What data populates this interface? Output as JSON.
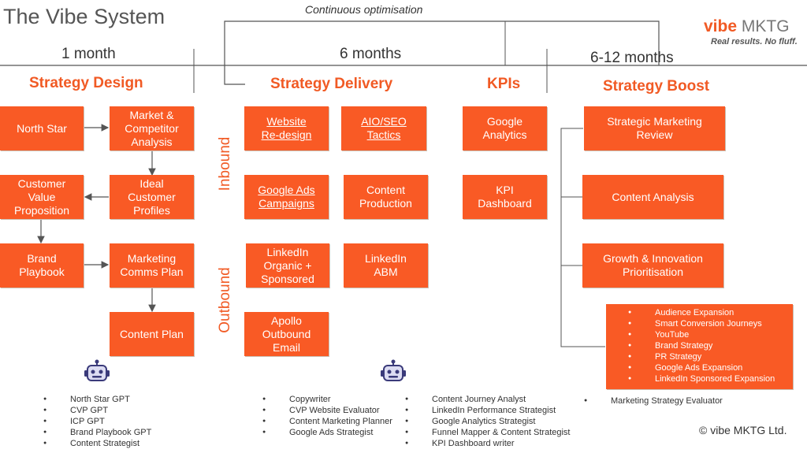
{
  "title": "The Vibe System",
  "loop_label": "Continuous optimisation",
  "brand": {
    "name_a": "vibe",
    "name_b": "MKTG",
    "tagline": "Real results. No fluff."
  },
  "periods": {
    "p1": "1 month",
    "p2": "6 months",
    "p3": "6-12 months"
  },
  "headings": {
    "design": "Strategy Design",
    "delivery": "Strategy Delivery",
    "kpis": "KPIs",
    "boost": "Strategy Boost"
  },
  "side_labels": {
    "inbound": "Inbound",
    "outbound": "Outbound"
  },
  "design_boxes": {
    "north_star": "North Star",
    "market": "Market &\nCompetitor\nAnalysis",
    "cvp": "Customer\nValue\nProposition",
    "icp": "Ideal\nCustomer\nProfiles",
    "brand": "Brand\nPlaybook",
    "comms": "Marketing\nComms Plan",
    "content_plan": "Content Plan"
  },
  "delivery_boxes": {
    "website": "Website\nRe-design",
    "aio": "AIO/SEO\nTactics",
    "gads": "Google Ads\nCampaigns",
    "content": "Content\nProduction",
    "linkedin": "LinkedIn\nOrganic +\nSponsored",
    "abm": "LinkedIn\nABM",
    "apollo": "Apollo\nOutbound\nEmail"
  },
  "kpi_boxes": {
    "ga": "Google\nAnalytics",
    "dash": "KPI\nDashboard"
  },
  "boost_boxes": {
    "review": "Strategic Marketing\nReview",
    "analysis": "Content Analysis",
    "growth": "Growth & Innovation\nPrioritisation"
  },
  "boost_list": [
    "Audience Expansion",
    "Smart Conversion Journeys",
    "YouTube",
    "Brand Strategy",
    "PR Strategy",
    "Google Ads Expansion",
    "LinkedIn Sponsored Expansion"
  ],
  "gpt_lists": {
    "design": [
      "North Star GPT",
      "CVP GPT",
      "ICP GPT",
      "Brand Playbook GPT",
      "Content Strategist"
    ],
    "delivery": [
      "Copywriter",
      "CVP Website Evaluator",
      "Content Marketing Planner",
      "Google Ads Strategist"
    ],
    "kpi": [
      "Content Journey Analyst",
      "LinkedIn Performance Strategist",
      "Google Analytics Strategist",
      "Funnel Mapper & Content Strategist",
      "KPI Dashboard writer"
    ],
    "boost": [
      "Marketing Strategy Evaluator"
    ]
  },
  "copyright": "© vibe MKTG Ltd.",
  "colors": {
    "box": "#f95a25",
    "heading": "#f15a24",
    "text": "#333333"
  },
  "icons": {
    "bot": "robot-icon"
  }
}
